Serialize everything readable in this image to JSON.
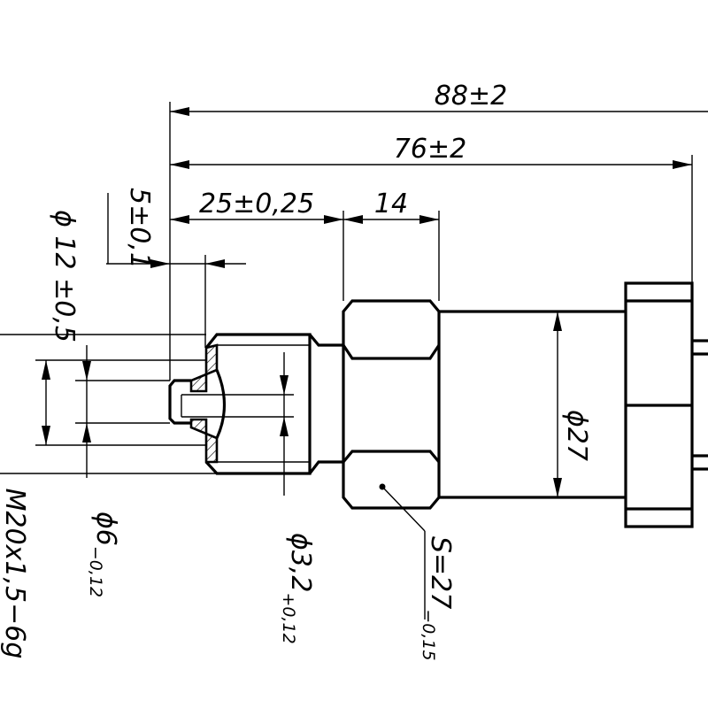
{
  "dimensions": {
    "overall_length": "88±2",
    "body_length": "76±2",
    "fitting_length": "25±0,25",
    "hex_width": "14",
    "tip_length": "5±0,1",
    "collar_diameter": "ϕ 12 ±0,5",
    "body_diameter": "ϕ27",
    "tip_diameter_main": "ϕ6",
    "tip_diameter_tol": "−0,12",
    "bore_diameter_main": "ϕ3,2",
    "bore_diameter_tol": "+0,12",
    "thread": "M20x1,5−6g",
    "hex_size_main": "S=27",
    "hex_size_tol": "−0,15"
  },
  "colors": {
    "line": "#000000",
    "background": "#ffffff"
  }
}
